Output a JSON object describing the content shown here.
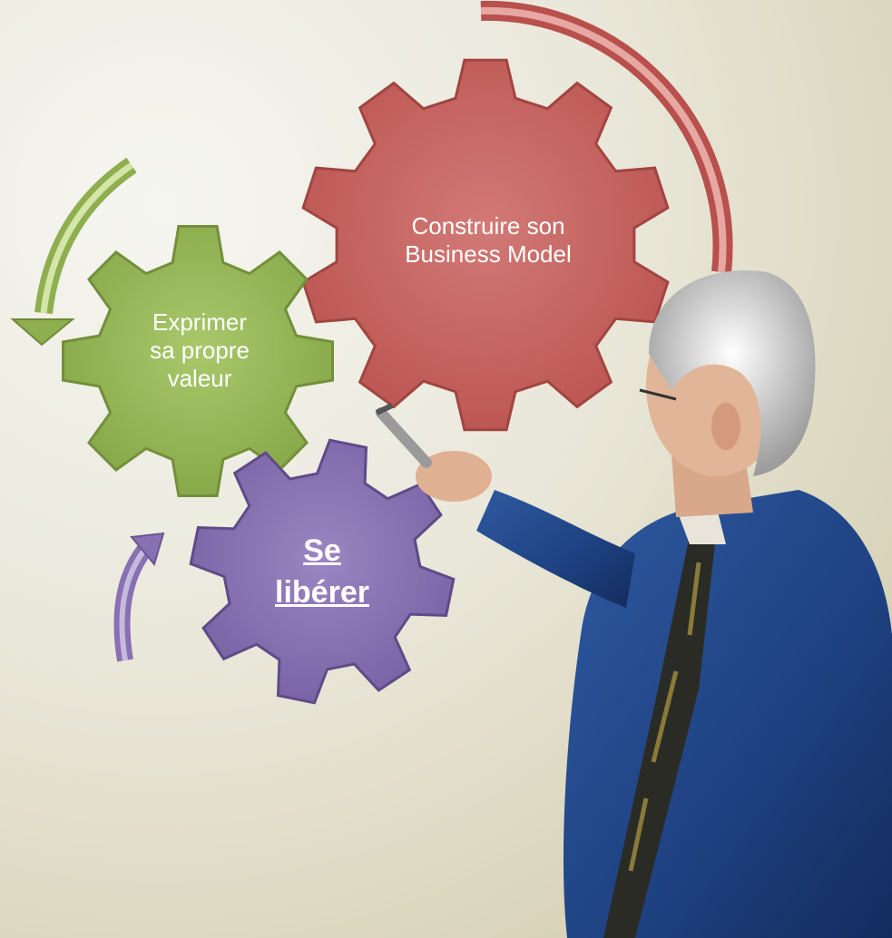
{
  "gears": {
    "build": {
      "line1": "Construire son",
      "line2": "Business Model",
      "color": "#c96461"
    },
    "express": {
      "line1": "Exprimer",
      "line2": "sa propre",
      "line3": "valeur",
      "color": "#9bbb59"
    },
    "free": {
      "line1": "Se",
      "line2": "libérer",
      "color": "#8c76b6"
    }
  },
  "figure": {
    "description_icon": "presenter-person-icon"
  }
}
